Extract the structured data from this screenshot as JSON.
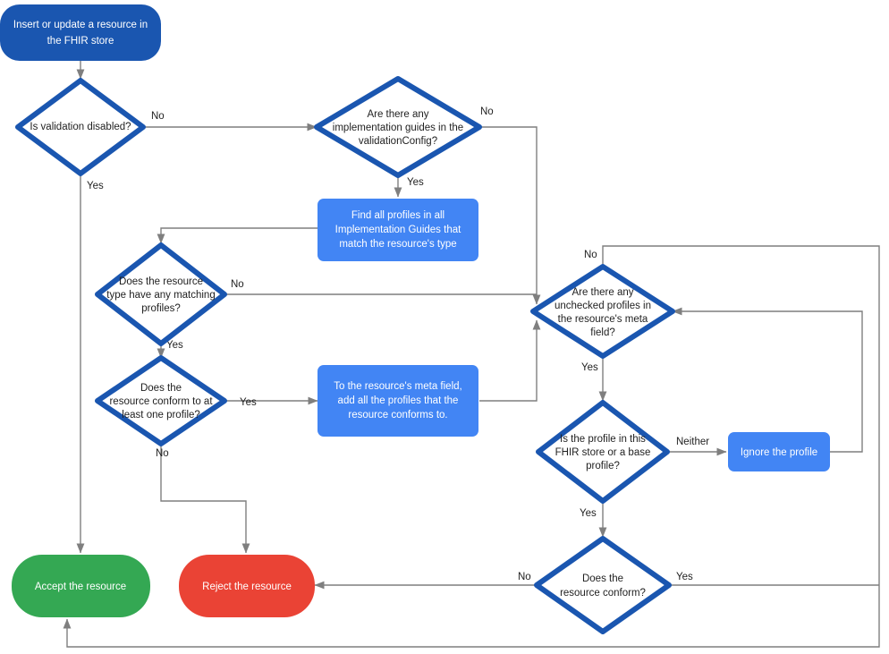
{
  "diagram": {
    "title": "FHIR store resource validation flowchart",
    "colors": {
      "start_fill": "#1a56b0",
      "process_fill": "#4285f4",
      "accept_fill": "#34a853",
      "reject_fill": "#ea4335",
      "decision_stroke": "#1a56b0",
      "decision_fill": "#ffffff",
      "edge_stroke": "#7f7f7f",
      "text_dark": "#1f1f1f",
      "text_light": "#ffffff"
    },
    "nodes": {
      "start": {
        "id": "start",
        "type": "terminator",
        "lines": [
          "Insert or update a resource in",
          "the FHIR store"
        ]
      },
      "validation_disabled": {
        "id": "validation-disabled",
        "type": "decision",
        "lines": [
          "Is validation disabled?"
        ]
      },
      "implementation_guides": {
        "id": "implementation-guides",
        "type": "decision",
        "lines": [
          "Are there any",
          "implementation guides in the",
          "validationConfig?"
        ]
      },
      "find_profiles": {
        "id": "find-profiles",
        "type": "process",
        "lines": [
          "Find all profiles in all",
          "Implementation Guides that",
          "match the resource's type"
        ]
      },
      "matching_profiles": {
        "id": "matching-profiles",
        "type": "decision",
        "lines": [
          "Does the resource",
          "type have any matching",
          "profiles?"
        ]
      },
      "conform_one_profile": {
        "id": "conform-one-profile",
        "type": "decision",
        "lines": [
          "Does the",
          "resource conform to at",
          "least one profile?"
        ]
      },
      "add_profiles_meta": {
        "id": "add-profiles-meta",
        "type": "process",
        "lines": [
          "To the resource's meta field,",
          "add all the profiles that the",
          "resource conforms to."
        ]
      },
      "unchecked_profiles": {
        "id": "unchecked-profiles",
        "type": "decision",
        "lines": [
          "Are there any",
          "unchecked profiles in",
          "the resource's meta",
          "field?"
        ]
      },
      "profile_in_store": {
        "id": "profile-in-store",
        "type": "decision",
        "lines": [
          "Is the profile in this",
          "FHIR store or a base",
          "profile?"
        ]
      },
      "ignore_profile": {
        "id": "ignore-profile",
        "type": "process",
        "lines": [
          "Ignore the profile"
        ]
      },
      "resource_conform": {
        "id": "resource-conform",
        "type": "decision",
        "lines": [
          "Does the",
          "resource conform?"
        ]
      },
      "accept": {
        "id": "accept",
        "type": "terminator",
        "lines": [
          "Accept the resource"
        ]
      },
      "reject": {
        "id": "reject",
        "type": "terminator",
        "lines": [
          "Reject the resource"
        ]
      }
    },
    "edge_labels": {
      "validation_no": "No",
      "validation_yes": "Yes",
      "ig_no": "No",
      "ig_yes": "Yes",
      "matching_no": "No",
      "matching_yes": "Yes",
      "conform_one_yes": "Yes",
      "conform_one_no": "No",
      "unchecked_no": "No",
      "unchecked_yes": "Yes",
      "profile_neither": "Neither",
      "profile_yes": "Yes",
      "conform_no": "No",
      "conform_yes": "Yes"
    }
  }
}
